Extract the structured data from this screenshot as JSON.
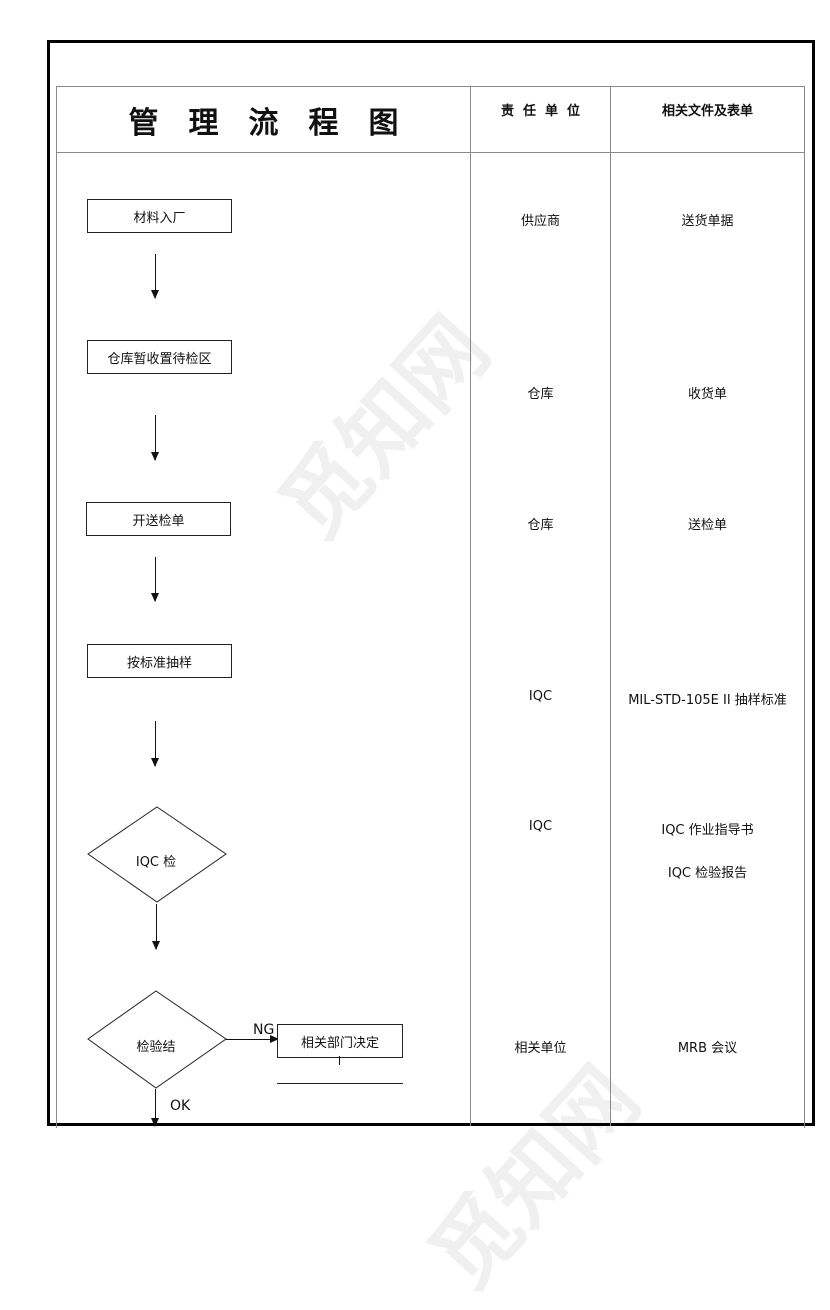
{
  "header": {
    "title": "管理流程图",
    "col_responsible": "责任单位",
    "col_documents": "相关文件及表单"
  },
  "flow": {
    "steps": [
      {
        "type": "process",
        "label": "材料入厂",
        "responsible": "供应商",
        "documents": [
          "送货单据"
        ]
      },
      {
        "type": "process",
        "label": "仓库暂收置待检区",
        "responsible": "仓库",
        "documents": [
          "收货单"
        ]
      },
      {
        "type": "process",
        "label": "开送检单",
        "responsible": "仓库",
        "documents": [
          "送检单"
        ]
      },
      {
        "type": "process",
        "label": "按标准抽样",
        "responsible": "IQC",
        "documents": [
          "MIL-STD-105E II 抽样标准"
        ]
      },
      {
        "type": "decision",
        "label": "IQC 检",
        "responsible": "IQC",
        "documents": [
          "IQC 作业指导书",
          "IQC 检验报告"
        ]
      },
      {
        "type": "decision",
        "label": "检验结",
        "responsible": "相关单位",
        "documents": [
          "MRB 会议"
        ]
      }
    ],
    "branch": {
      "ng_label": "NG",
      "ok_label": "OK",
      "ng_target": "相关部门决定"
    }
  },
  "watermark": {
    "text": "觅知网"
  }
}
